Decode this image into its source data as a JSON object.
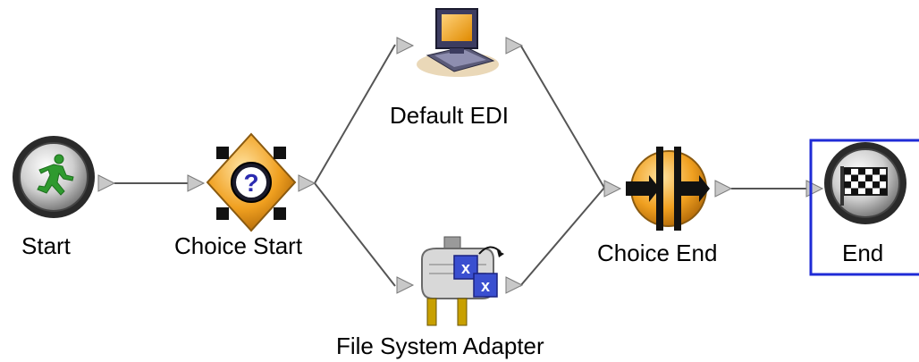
{
  "diagram": {
    "nodes": [
      {
        "id": "start",
        "label": "Start",
        "icon": "running-man-icon"
      },
      {
        "id": "choice-start",
        "label": "Choice Start",
        "icon": "question-diamond-icon"
      },
      {
        "id": "default-edi",
        "label": "Default EDI",
        "icon": "computer-icon"
      },
      {
        "id": "file-system-adapter",
        "label": "File System Adapter",
        "icon": "adapter-icon"
      },
      {
        "id": "choice-end",
        "label": "Choice End",
        "icon": "choice-merge-icon"
      },
      {
        "id": "end",
        "label": "End",
        "icon": "checkered-flag-icon",
        "selected": true
      }
    ],
    "edges": [
      {
        "from": "start",
        "to": "choice-start"
      },
      {
        "from": "choice-start",
        "to": "default-edi"
      },
      {
        "from": "choice-start",
        "to": "file-system-adapter"
      },
      {
        "from": "default-edi",
        "to": "choice-end"
      },
      {
        "from": "file-system-adapter",
        "to": "choice-end"
      },
      {
        "from": "choice-end",
        "to": "end"
      }
    ],
    "colors": {
      "selection": "#1f2bd6",
      "connector": "#555555",
      "port": "#c8c8c8",
      "start_green": "#3aa53a",
      "choice_orange": "#f0a020"
    }
  }
}
